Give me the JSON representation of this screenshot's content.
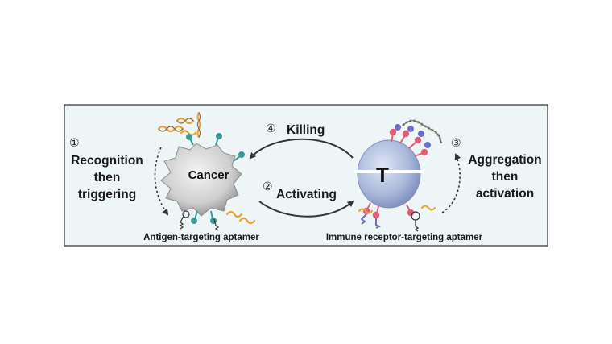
{
  "labels": {
    "step1_number": "①",
    "step1_lines": [
      "Recognition",
      "then",
      "triggering"
    ],
    "step2_number": "②",
    "step2_label": "Activating",
    "step3_number": "③",
    "step3_lines": [
      "Aggregation",
      "then",
      "activation"
    ],
    "step4_number": "④",
    "step4_label": "Killing",
    "cancer_cell": "Cancer",
    "t_cell": "T",
    "antigen_aptamer_caption": "Antigen-targeting aptamer",
    "immune_aptamer_caption": "Immune receptor-targeting aptamer"
  },
  "colors": {
    "panel_bg": "#eef5f6",
    "panel_border": "#555555",
    "cancer_cell": "#c9c9c9",
    "t_cell": "#a9b7d9",
    "aptamer_orange": "#e8a33a",
    "aptamer_teal": "#3a9a98",
    "aptamer_pink": "#e0607a",
    "aptamer_blue": "#6b6fc4",
    "arrow": "#333333"
  },
  "icons": [
    "dna-fragment-icon",
    "aptamer-hairpin-icon",
    "receptor-icon"
  ]
}
